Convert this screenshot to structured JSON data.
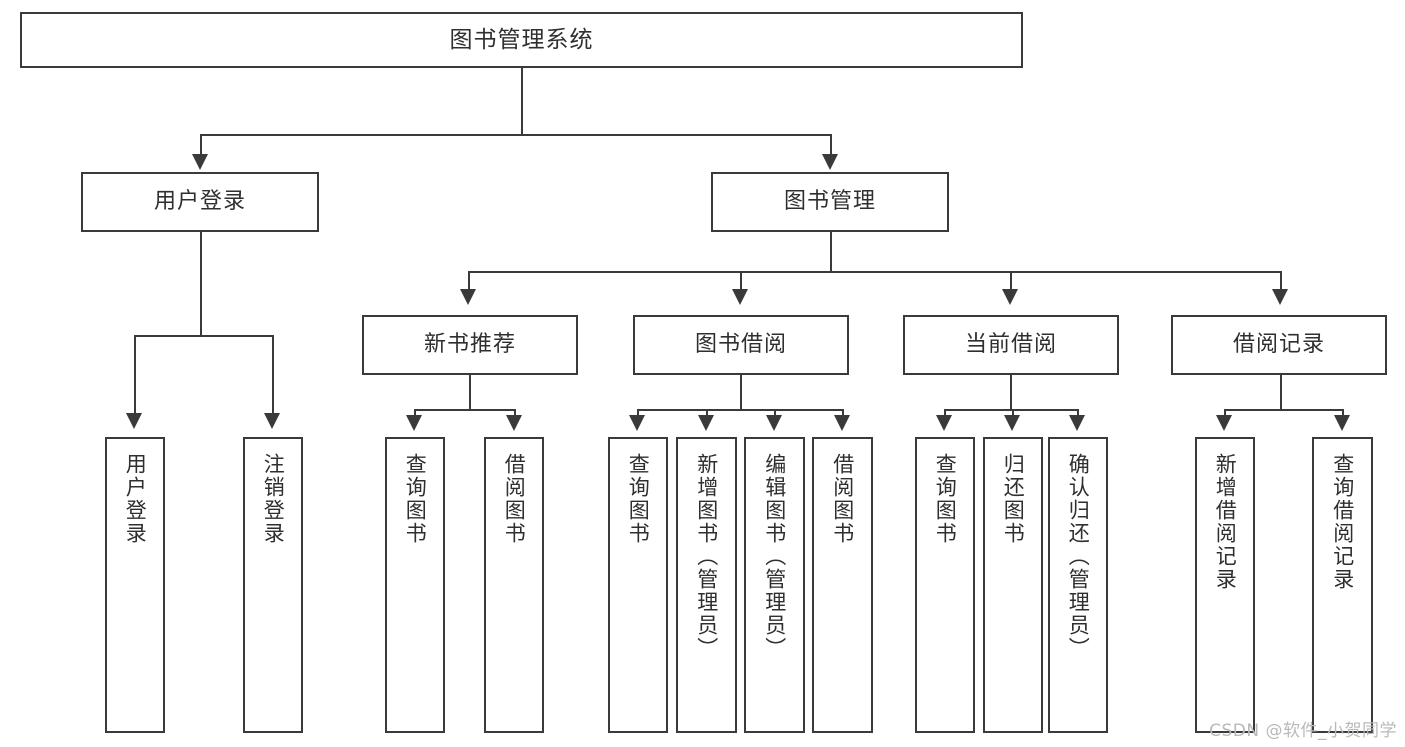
{
  "diagram": {
    "kind": "tree-structure-chart",
    "root": {
      "id": "root",
      "label": "图书管理系统"
    },
    "level2": [
      {
        "id": "user-login",
        "label": "用户登录"
      },
      {
        "id": "book-manage",
        "label": "图书管理"
      }
    ],
    "level3": [
      {
        "id": "new-book-rec",
        "label": "新书推荐",
        "parent": "book-manage"
      },
      {
        "id": "book-borrow",
        "label": "图书借阅",
        "parent": "book-manage"
      },
      {
        "id": "current-borrow",
        "label": "当前借阅",
        "parent": "book-manage"
      },
      {
        "id": "borrow-record",
        "label": "借阅记录",
        "parent": "book-manage"
      }
    ],
    "leaves": [
      {
        "id": "leaf-user-login",
        "label": "用户登录",
        "parent": "user-login"
      },
      {
        "id": "leaf-user-logout",
        "label": "注销登录",
        "parent": "user-login"
      },
      {
        "id": "leaf-query-book-1",
        "label": "查询图书",
        "parent": "new-book-rec"
      },
      {
        "id": "leaf-borrow-book-1",
        "label": "借阅图书",
        "parent": "new-book-rec"
      },
      {
        "id": "leaf-query-book-2",
        "label": "查询图书",
        "parent": "book-borrow"
      },
      {
        "id": "leaf-add-book",
        "label": "新增图书（管理员）",
        "parent": "book-borrow"
      },
      {
        "id": "leaf-edit-book",
        "label": "编辑图书（管理员）",
        "parent": "book-borrow"
      },
      {
        "id": "leaf-borrow-book-2",
        "label": "借阅图书",
        "parent": "book-borrow"
      },
      {
        "id": "leaf-query-book-3",
        "label": "查询图书",
        "parent": "current-borrow"
      },
      {
        "id": "leaf-return-book",
        "label": "归还图书",
        "parent": "current-borrow"
      },
      {
        "id": "leaf-confirm-return",
        "label": "确认归还（管理员）",
        "parent": "current-borrow"
      },
      {
        "id": "leaf-add-record",
        "label": "新增借阅记录",
        "parent": "borrow-record"
      },
      {
        "id": "leaf-query-record",
        "label": "查询借阅记录",
        "parent": "borrow-record"
      }
    ]
  },
  "watermark": {
    "text": "CSDN @软件_小贺同学"
  },
  "colors": {
    "stroke": "#3a3a3a",
    "text": "#2f2f2f",
    "background": "#ffffff",
    "watermark": "#b9b9b9"
  }
}
